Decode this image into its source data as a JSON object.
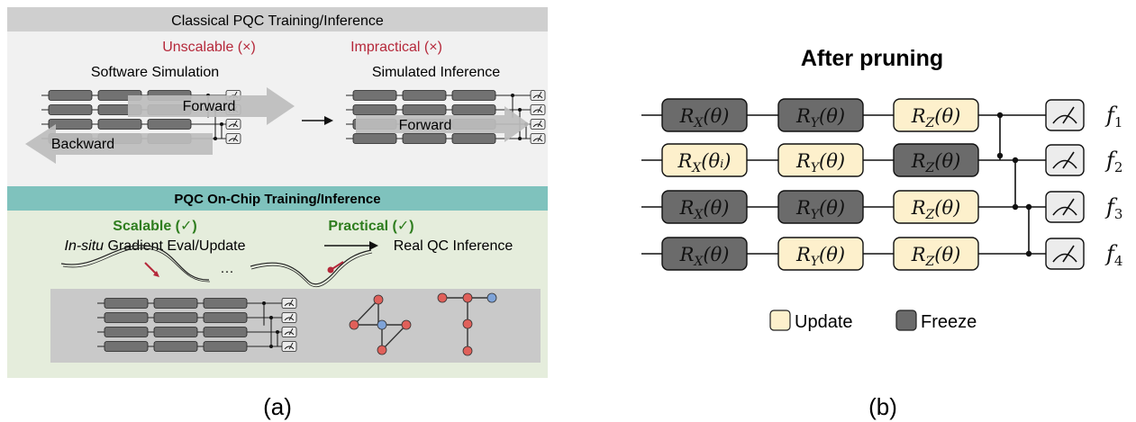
{
  "panel_a": {
    "caption": "(a)",
    "classical": {
      "header": "Classical PQC Training/Inference",
      "unscalable": "Unscalable (×)",
      "impractical": "Impractical (×)",
      "software_sim": "Software Simulation",
      "simulated_inf": "Simulated Inference",
      "forward": "Forward",
      "backward": "Backward"
    },
    "onchip": {
      "header": "PQC On-Chip Training/Inference",
      "scalable": "Scalable (✓)",
      "practical": "Practical (✓)",
      "insitu": "In-situ",
      "gradient": " Gradient Eval/Update",
      "real_qc": "Real QC Inference",
      "dots": "···"
    }
  },
  "panel_b": {
    "caption": "(b)",
    "title": "After pruning",
    "gates": [
      [
        {
          "label": "R",
          "sub": "X",
          "arg": "(θ)",
          "state": "freeze"
        },
        {
          "label": "R",
          "sub": "Y",
          "arg": "(θ)",
          "state": "freeze"
        },
        {
          "label": "R",
          "sub": "Z",
          "arg": "(θ)",
          "state": "update"
        }
      ],
      [
        {
          "label": "R",
          "sub": "X",
          "arg": "(θᵢ)",
          "state": "update"
        },
        {
          "label": "R",
          "sub": "Y",
          "arg": "(θ)",
          "state": "update"
        },
        {
          "label": "R",
          "sub": "Z",
          "arg": "(θ)",
          "state": "freeze"
        }
      ],
      [
        {
          "label": "R",
          "sub": "X",
          "arg": "(θ)",
          "state": "freeze"
        },
        {
          "label": "R",
          "sub": "Y",
          "arg": "(θ)",
          "state": "freeze"
        },
        {
          "label": "R",
          "sub": "Z",
          "arg": "(θ)",
          "state": "update"
        }
      ],
      [
        {
          "label": "R",
          "sub": "X",
          "arg": "(θ)",
          "state": "freeze"
        },
        {
          "label": "R",
          "sub": "Y",
          "arg": "(θ)",
          "state": "update"
        },
        {
          "label": "R",
          "sub": "Z",
          "arg": "(θ)",
          "state": "update"
        }
      ]
    ],
    "outputs": [
      {
        "f": "f",
        "sub": "1"
      },
      {
        "f": "f",
        "sub": "2"
      },
      {
        "f": "f",
        "sub": "3"
      },
      {
        "f": "f",
        "sub": "4"
      }
    ],
    "legend": {
      "update": "Update",
      "freeze": "Freeze"
    }
  },
  "colors": {
    "freeze": "#6b6b6b",
    "update": "#fdf0cc",
    "alert_red": "#b5283a",
    "ok_green": "#2e7d1e",
    "teal_header": "#7fc2bd",
    "classical_bg": "#f1f1f1",
    "classical_header": "#cfcfcf",
    "onchip_bg": "#e5eddc",
    "node_red": "#e0605a",
    "node_blue": "#7ea3d8"
  }
}
